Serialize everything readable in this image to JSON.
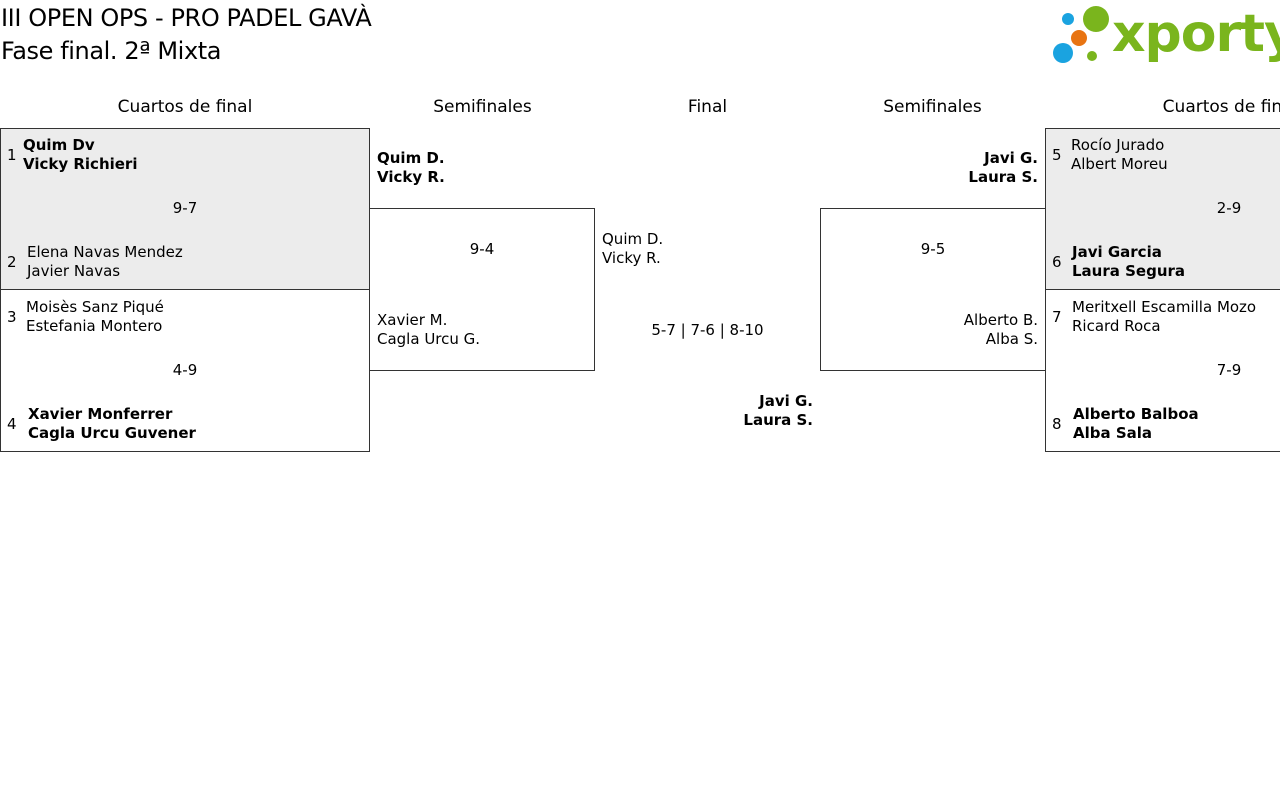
{
  "header": {
    "title": "III OPEN OPS - PRO PADEL GAVÀ",
    "subtitle": "Fase final. 2ª Mixta",
    "logo_text": "xporty"
  },
  "rounds": {
    "qf_left": "Cuartos de final",
    "sf_left": "Semifinales",
    "final": "Final",
    "sf_right": "Semifinales",
    "qf_right": "Cuartos de final"
  },
  "qf": [
    {
      "top": {
        "seed": "1",
        "p1": "Quim Dv",
        "p2": "Vicky Richieri",
        "winner": true
      },
      "bottom": {
        "seed": "2",
        "p1": "Elena Navas Mendez",
        "p2": "Javier Navas",
        "winner": false
      },
      "score": "9-7"
    },
    {
      "top": {
        "seed": "3",
        "p1": "Moisès Sanz Piqué",
        "p2": "Estefania Montero",
        "winner": false
      },
      "bottom": {
        "seed": "4",
        "p1": "Xavier Monferrer",
        "p2": "Cagla Urcu Guvener",
        "winner": true
      },
      "score": "4-9"
    },
    {
      "top": {
        "seed": "5",
        "p1": "Rocío Jurado",
        "p2": "Albert Moreu",
        "winner": false
      },
      "bottom": {
        "seed": "6",
        "p1": "Javi Garcia",
        "p2": "Laura Segura",
        "winner": true
      },
      "score": "2-9"
    },
    {
      "top": {
        "seed": "7",
        "p1": "Meritxell Escamilla Mozo",
        "p2": "Ricard Roca",
        "winner": false
      },
      "bottom": {
        "seed": "8",
        "p1": "Alberto Balboa",
        "p2": "Alba Sala",
        "winner": true
      },
      "score": "7-9"
    }
  ],
  "sf_left": {
    "top": {
      "p1": "Quim D.",
      "p2": "Vicky R."
    },
    "bottom": {
      "p1": "Xavier M.",
      "p2": "Cagla Urcu G."
    },
    "score": "9-4"
  },
  "sf_right": {
    "top": {
      "p1": "Javi G.",
      "p2": "Laura S."
    },
    "bottom": {
      "p1": "Alberto B.",
      "p2": "Alba S."
    },
    "score": "9-5"
  },
  "final": {
    "left": {
      "p1": "Quim D.",
      "p2": "Vicky R."
    },
    "right": {
      "p1": "Javi G.",
      "p2": "Laura S."
    },
    "score": "5-7 | 7-6 | 8-10"
  },
  "colors": {
    "logo_green": "#7ab51d",
    "logo_blue": "#1aa3e0",
    "logo_orange": "#e87412",
    "box_shade": "#ececec"
  }
}
